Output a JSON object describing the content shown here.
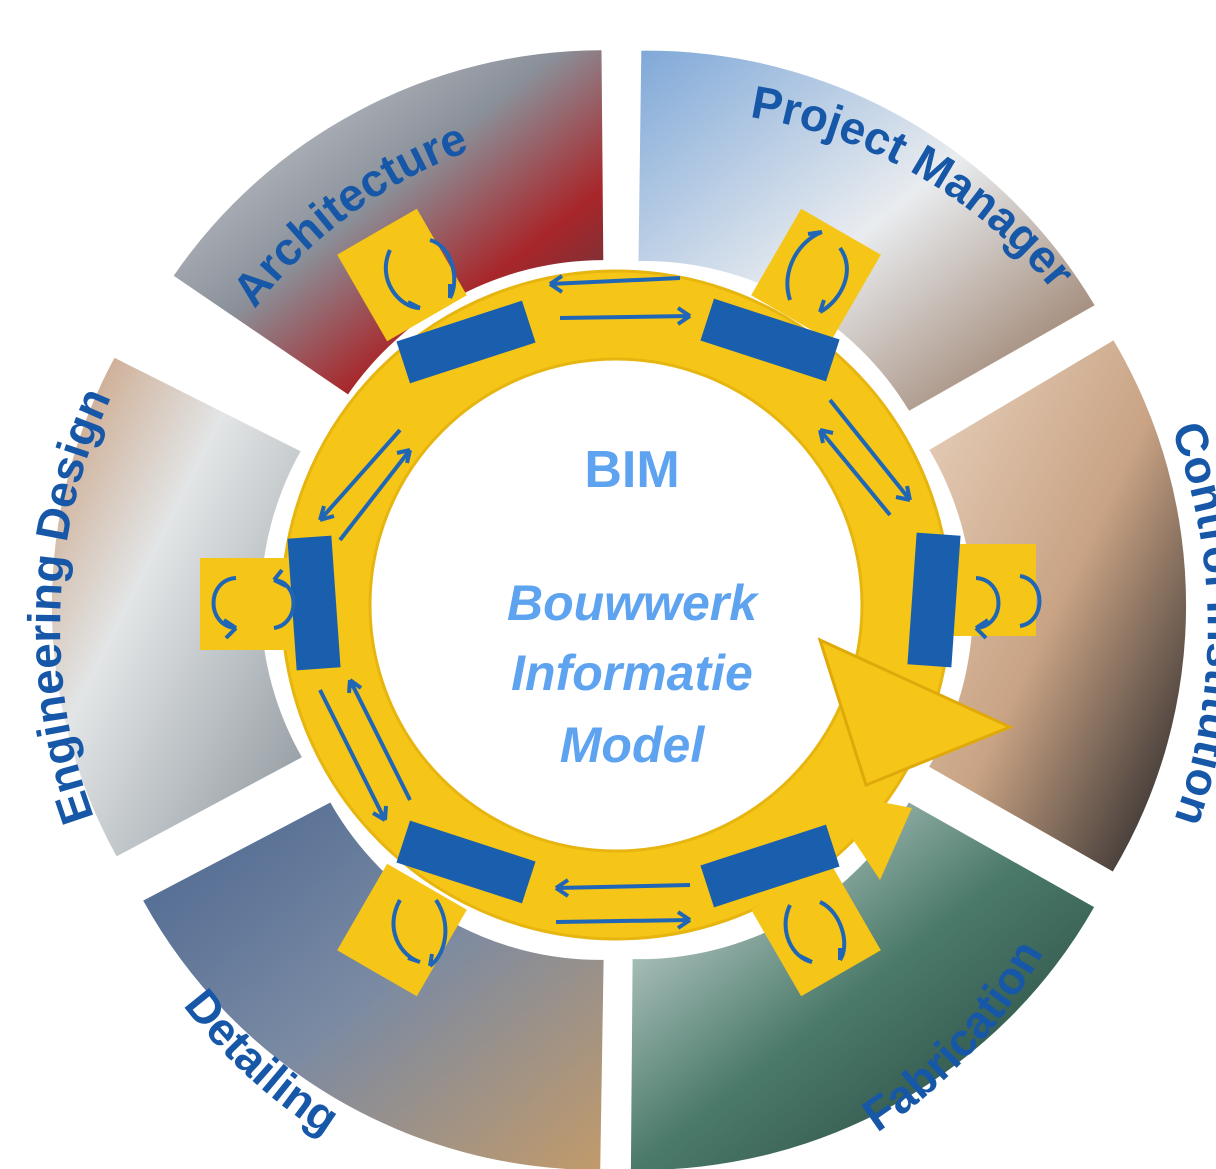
{
  "center": {
    "title": "BIM",
    "lines": [
      "Bouwwerk",
      "Informatie",
      "Model"
    ]
  },
  "segments": [
    {
      "label": "Architecture",
      "photo": "building-photo"
    },
    {
      "label": "Project Manager",
      "photo": "apartment-building-photo"
    },
    {
      "label": "Control Institution",
      "photo": "hand-gesture-photo"
    },
    {
      "label": "Fabrication",
      "photo": "factory-worker-photo"
    },
    {
      "label": "Detailing",
      "photo": "rebar-construction-photo"
    },
    {
      "label": "Engineering Design",
      "photo": "hand-drawing-photo"
    }
  ],
  "colors": {
    "label_blue": "#1657a8",
    "center_blue": "#5ea3f0",
    "ring_yellow": "#f5c518",
    "ring_dark_yellow": "#e0a90a",
    "block_blue": "#1a5fad",
    "arrow_blue": "#2066b6"
  }
}
